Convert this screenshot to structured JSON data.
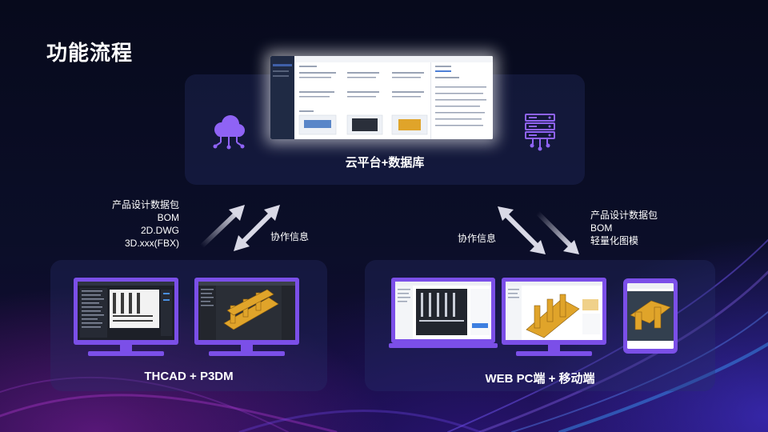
{
  "page": {
    "title": "功能流程"
  },
  "cloud_panel": {
    "label": "云平台+数据库",
    "left_icon": "cloud-network-icon",
    "right_icon": "server-network-icon"
  },
  "left_flow": {
    "data_lines": [
      "产品设计数据包",
      "BOM",
      "2D.DWG",
      "3D.xxx(FBX)"
    ],
    "collab_label": "协作信息"
  },
  "right_flow": {
    "collab_label": "协作信息",
    "data_lines": [
      "产品设计数据包",
      "BOM",
      "轻量化图模"
    ]
  },
  "left_panel": {
    "label": "THCAD + P3DM"
  },
  "right_panel": {
    "label": "WEB  PC端 + 移动端"
  },
  "colors": {
    "accent_purple": "#7b4fe8",
    "icon_purple": "#8f63f5",
    "arrow_light": "#d9d9e6",
    "panel_bg": "#28326e"
  }
}
